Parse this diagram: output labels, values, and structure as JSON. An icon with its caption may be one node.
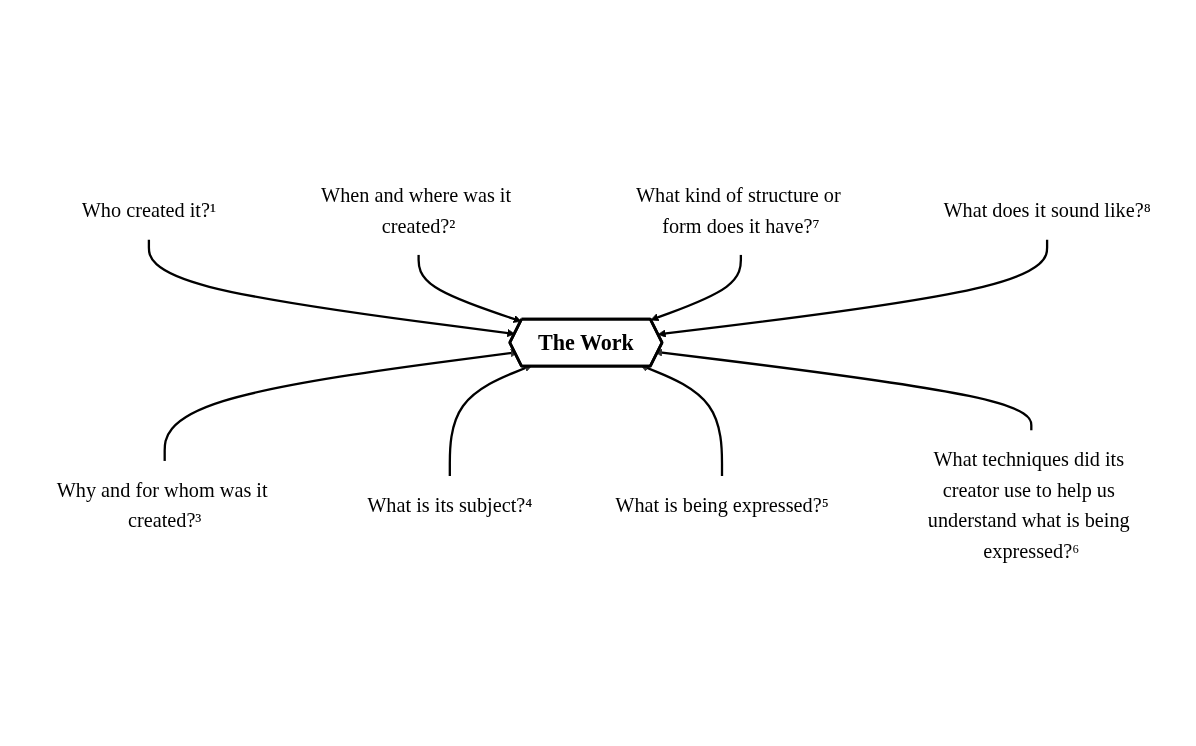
{
  "diagram": {
    "nodes": [
      {
        "text": [
          "Who created it?¹"
        ]
      },
      {
        "text": [
          "What does it sound like?⁸"
        ]
      },
      {
        "text": [
          "When and where was it created?²"
        ]
      },
      {
        "text": [
          "What kind of structure or form does it have?⁷"
        ]
      },
      {
        "text": [
          "The Work"
        ]
      },
      {
        "text": [
          "Why and for whom was it created?³"
        ]
      },
      {
        "text": [
          "What techniques did its creator use to help us understand what is being expressed?⁶"
        ]
      },
      {
        "text": [
          "What is its subject?⁴"
        ]
      },
      {
        "text": [
          "What is being expressed?⁵"
        ]
      }
    ],
    "edges": [
      {
        "from": 0,
        "to": 4,
        "arrow": "to"
      },
      {
        "from": 2,
        "to": 4,
        "arrow": "to"
      },
      {
        "from": 5,
        "to": 4,
        "arrow": "to"
      },
      {
        "from": 7,
        "to": 4,
        "arrow": "to"
      },
      {
        "from": 8,
        "to": 4,
        "arrow": "to"
      },
      {
        "from": 6,
        "to": 4,
        "arrow": "to"
      },
      {
        "from": 3,
        "to": 4,
        "arrow": "to"
      },
      {
        "from": 1,
        "to": 4,
        "arrow": "to"
      }
    ]
  }
}
